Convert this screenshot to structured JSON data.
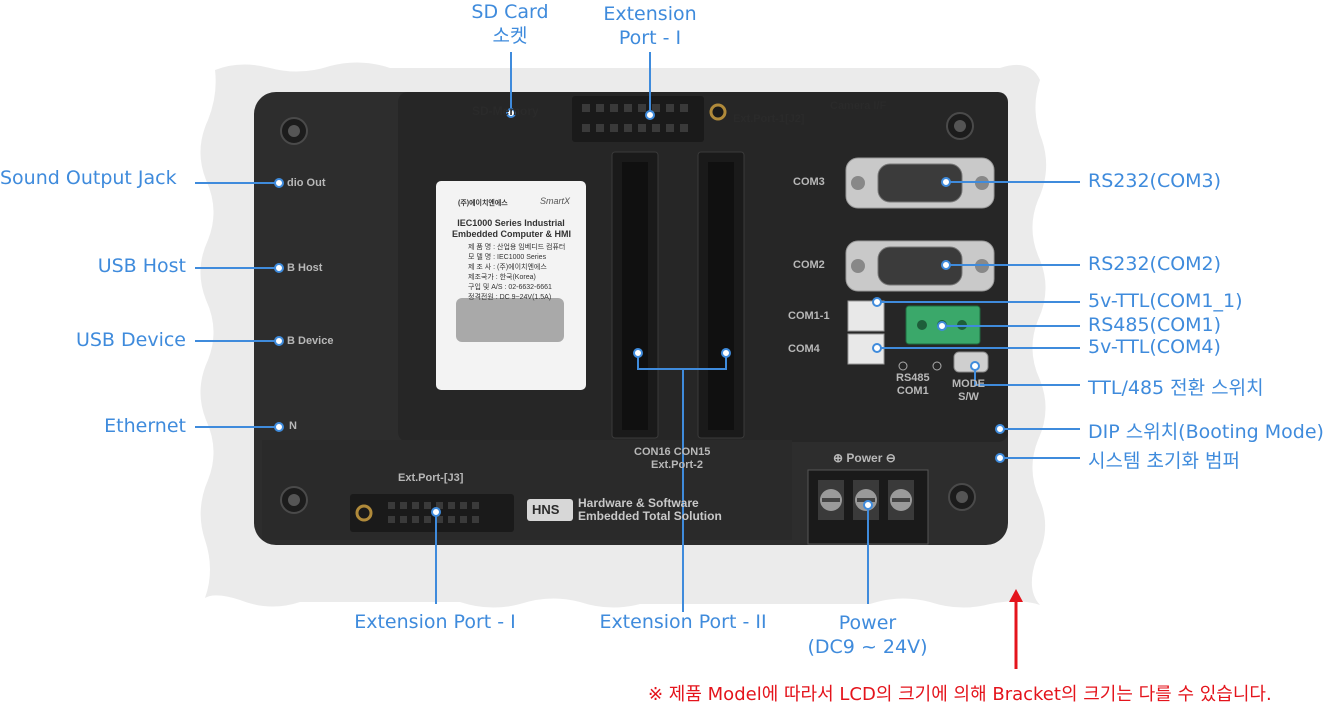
{
  "callouts": {
    "sd_card": [
      "SD Card",
      "소켓"
    ],
    "extension_port_top": [
      "Extension",
      "Port - I"
    ],
    "sound_output_jack": "Sound Output Jack",
    "usb_host": "USB Host",
    "usb_device": "USB Device",
    "ethernet": "Ethernet",
    "rs232_com3": "RS232(COM3)",
    "rs232_com2": "RS232(COM2)",
    "ttl_com1_1": "5v-TTL(COM1_1)",
    "rs485_com1": "RS485(COM1)",
    "ttl_com4": "5v-TTL(COM4)",
    "ttl485_switch": "TTL/485 전환 스위치",
    "dip_switch": "DIP 스위치(Booting Mode)",
    "reset_bumper": "시스템 초기화 범퍼",
    "extension_port_bottom": "Extension Port - I",
    "extension_port_ii": "Extension Port - II",
    "power": [
      "Power",
      "(DC9 ~ 24V)"
    ]
  },
  "note": "※ 제품 Model에 따라서 LCD의 크기에 의해 Bracket의 크기는 다를 수 있습니다.",
  "board": {
    "sd_memory": "SD-Memory",
    "ext_port_j2": "Ext.Port-1[J2]",
    "camera_if": "Camera I/F",
    "audio_out": "dio Out",
    "usb_host": "B Host",
    "usb_device": "B Device",
    "lan": "N",
    "com3": "COM3",
    "com2": "COM2",
    "com1_1": "COM1-1",
    "com4": "COM4",
    "rs485_com1": [
      "RS485",
      "COM1"
    ],
    "mode_sw": [
      "MODE",
      "S/W"
    ],
    "con16_con15": "CON16 CON15",
    "ext_port_2": "Ext.Port-2",
    "power_label": "⊕ Power ⊖",
    "ext_port_j3": "Ext.Port-[J3]",
    "hns_logo": "HNS",
    "hns_tagline": [
      "Hardware & Software",
      "Embedded Total Solution"
    ]
  },
  "sticker": {
    "brand": "(주)에이치엔에스",
    "logo": "SmartX",
    "title": [
      "IEC1000 Series Industrial",
      "Embedded Computer & HMI"
    ],
    "lines": [
      "제 품 명 : 산업용 임베디드 컴퓨터",
      "모 델 명 : IEC1000 Series",
      "제 조 사 : (주)에이치엔에스",
      "제조국가 : 한국(Korea)",
      "구입 및 A/S : 02-6632-6661",
      "정격전원 : DC 9~24V(1.5A)"
    ]
  },
  "colors": {
    "callout": "#3f8bdc",
    "note": "#e4141c",
    "device": "#2b2b2b",
    "background_shape": "#ececec"
  }
}
